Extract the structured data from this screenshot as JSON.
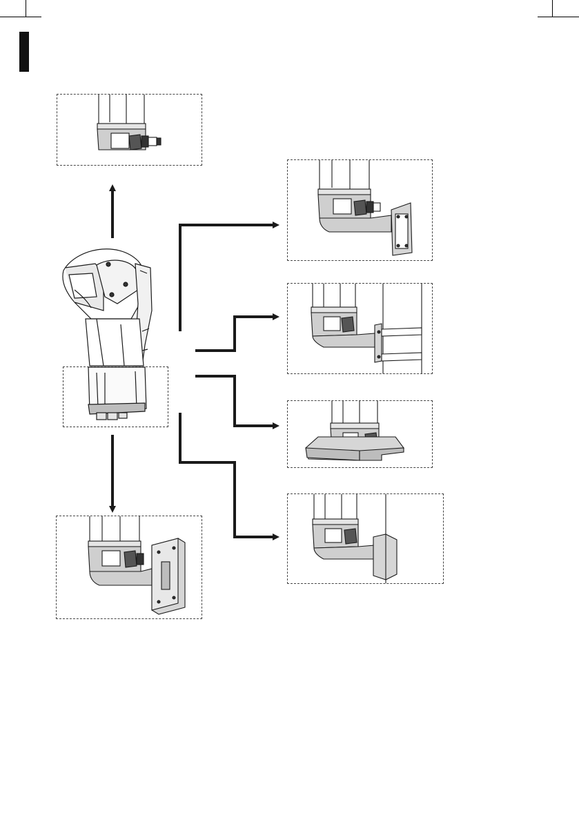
{
  "diagram": {
    "nodes": [
      {
        "id": "camera",
        "kind": "ptz-camera"
      },
      {
        "id": "cable-gland",
        "kind": "base-adapter"
      },
      {
        "id": "wall-bracket",
        "kind": "wall-mount"
      },
      {
        "id": "pole-mount",
        "kind": "pole-mount"
      },
      {
        "id": "pedestal-mount",
        "kind": "base-plate"
      },
      {
        "id": "corner-mount",
        "kind": "corner-mount"
      },
      {
        "id": "parapet-mount",
        "kind": "parapet-mount"
      }
    ],
    "edges": [
      {
        "from": "camera",
        "to": "cable-gland"
      },
      {
        "from": "camera",
        "to": "wall-bracket"
      },
      {
        "from": "camera",
        "to": "pole-mount"
      },
      {
        "from": "camera",
        "to": "pedestal-mount"
      },
      {
        "from": "camera",
        "to": "corner-mount"
      },
      {
        "from": "camera",
        "to": "parapet-mount"
      }
    ]
  },
  "colors": {
    "line": "#1a1a1a",
    "shade": "#cfcfcf",
    "dark_shade": "#9a9a9a",
    "dash": "#444444"
  }
}
